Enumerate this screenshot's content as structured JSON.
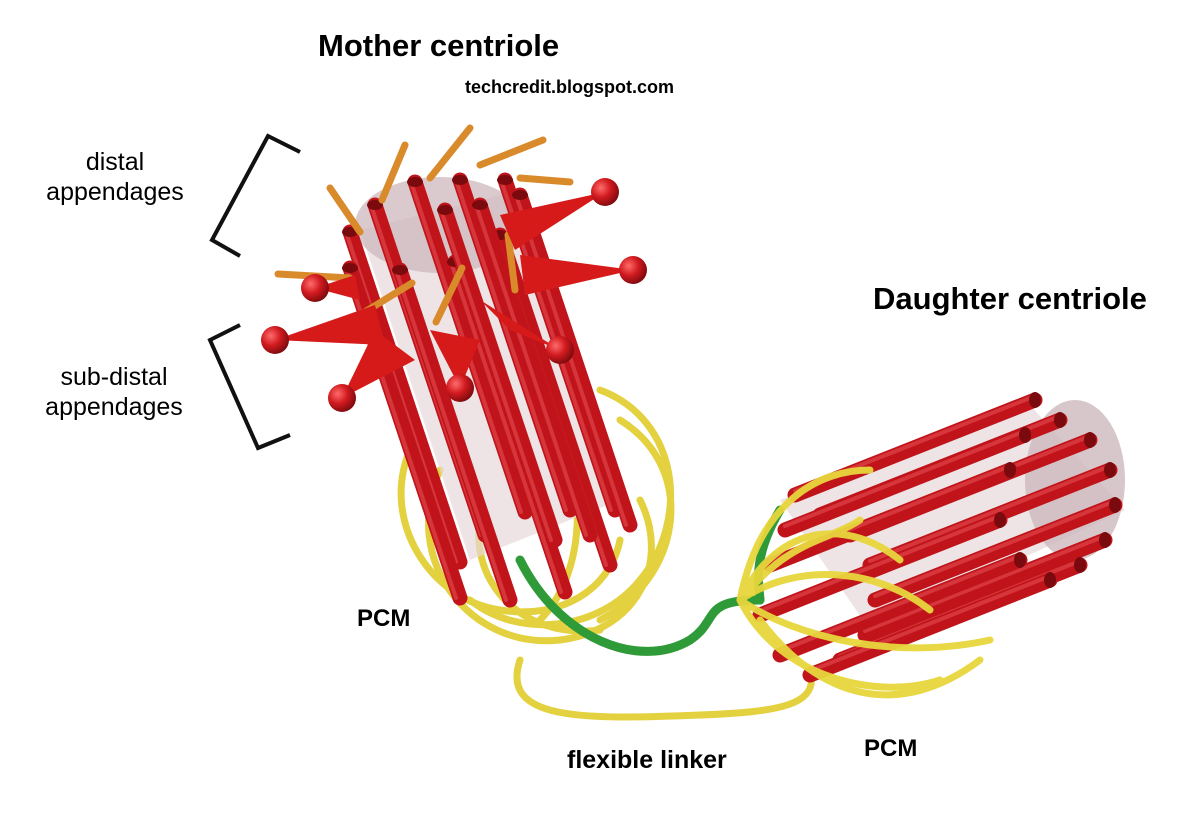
{
  "labels": {
    "mother": "Mother centriole",
    "watermark": "techcredit.blogspot.com",
    "distal_1": "distal",
    "distal_2": "appendages",
    "subdistal_1": "sub-distal",
    "subdistal_2": "appendages",
    "daughter": "Daughter centriole",
    "pcm_left": "PCM",
    "pcm_right": "PCM",
    "linker": "flexible linker"
  },
  "colors": {
    "microtubule": "#c0141a",
    "microtubule_dark": "#7a0a0e",
    "appendage": "#d61a1a",
    "distal_rod": "#d98a2a",
    "pcm": "#e6d53a",
    "linker": "#2f9a38",
    "lumen": "#d9c8cc",
    "bracket": "#111111"
  }
}
